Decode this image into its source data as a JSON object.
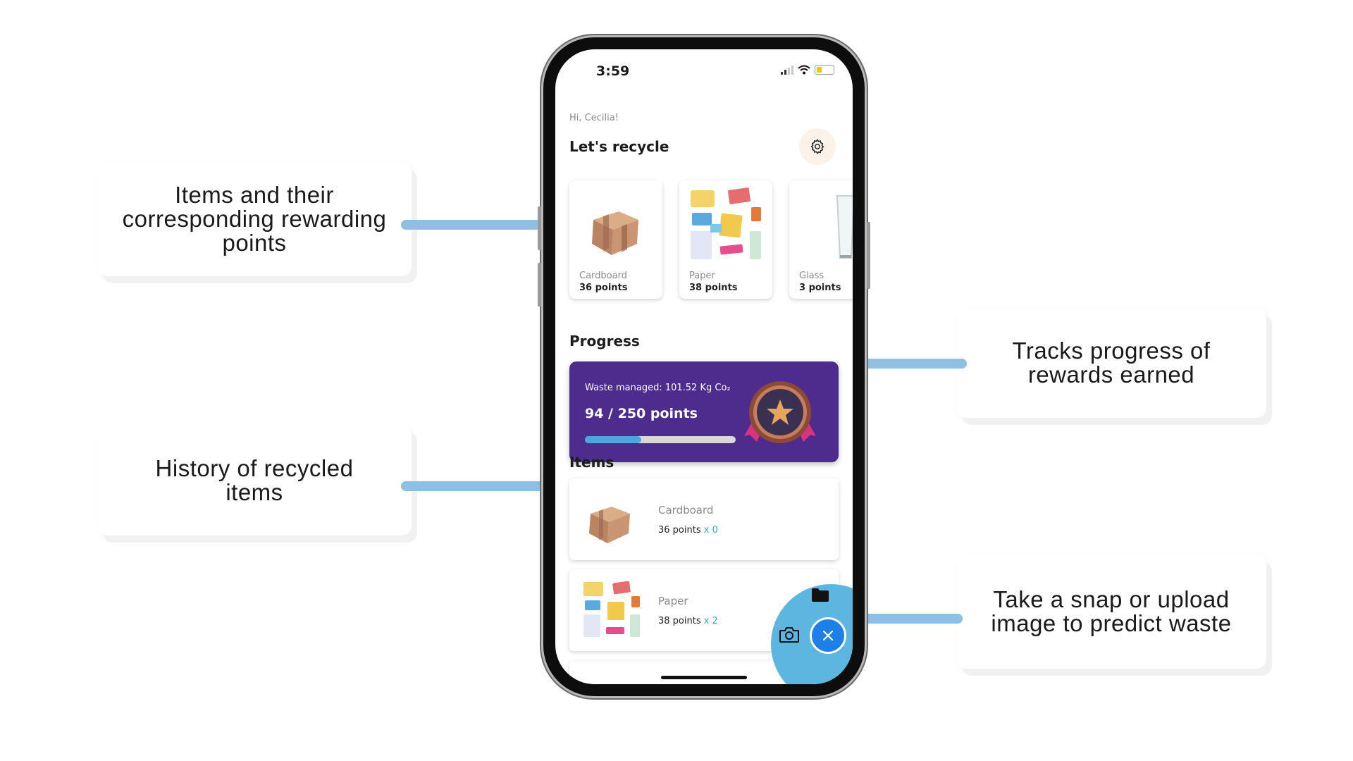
{
  "callouts": {
    "items_points": [
      "Items and their",
      "corresponding rewarding",
      "points"
    ],
    "history": [
      "History of recycled",
      "items"
    ],
    "progress": [
      "Tracks progress of",
      "rewards earned"
    ],
    "snap": [
      "Take a snap or upload",
      "image to predict waste"
    ]
  },
  "status_bar": {
    "time": "3:59",
    "battery_level": 0.3
  },
  "header": {
    "greeting": "Hi, Cecilia!",
    "title": "Let's recycle"
  },
  "categories": [
    {
      "name": "Cardboard",
      "points": "36 points",
      "icon": "cardboard-box-icon"
    },
    {
      "name": "Paper",
      "points": "38 points",
      "icon": "paper-notes-icon"
    },
    {
      "name": "Glass",
      "points": "3 points",
      "icon": "glass-icon"
    }
  ],
  "progress": {
    "title": "Progress",
    "waste_managed": "Waste managed: 101.52 Kg Co₂",
    "points_text": "94 / 250 points",
    "fraction": 0.376,
    "badge_icon": "medal-star-icon"
  },
  "items": {
    "title": "Items",
    "list": [
      {
        "name": "Cardboard",
        "points": "36 points",
        "count": "x 0",
        "icon": "cardboard-box-icon"
      },
      {
        "name": "Paper",
        "points": "38 points",
        "count": "x 2",
        "icon": "paper-notes-icon"
      }
    ]
  },
  "fab": {
    "camera_icon": "camera-icon",
    "folder_icon": "folder-icon",
    "close_icon": "close-icon"
  },
  "colors": {
    "accent_purple": "#4e2c8e",
    "accent_blue": "#1e7fe8",
    "fab_bg": "#5cb6e0",
    "connector": "#8fc0e4",
    "progress_fill": "#4fa6de"
  }
}
